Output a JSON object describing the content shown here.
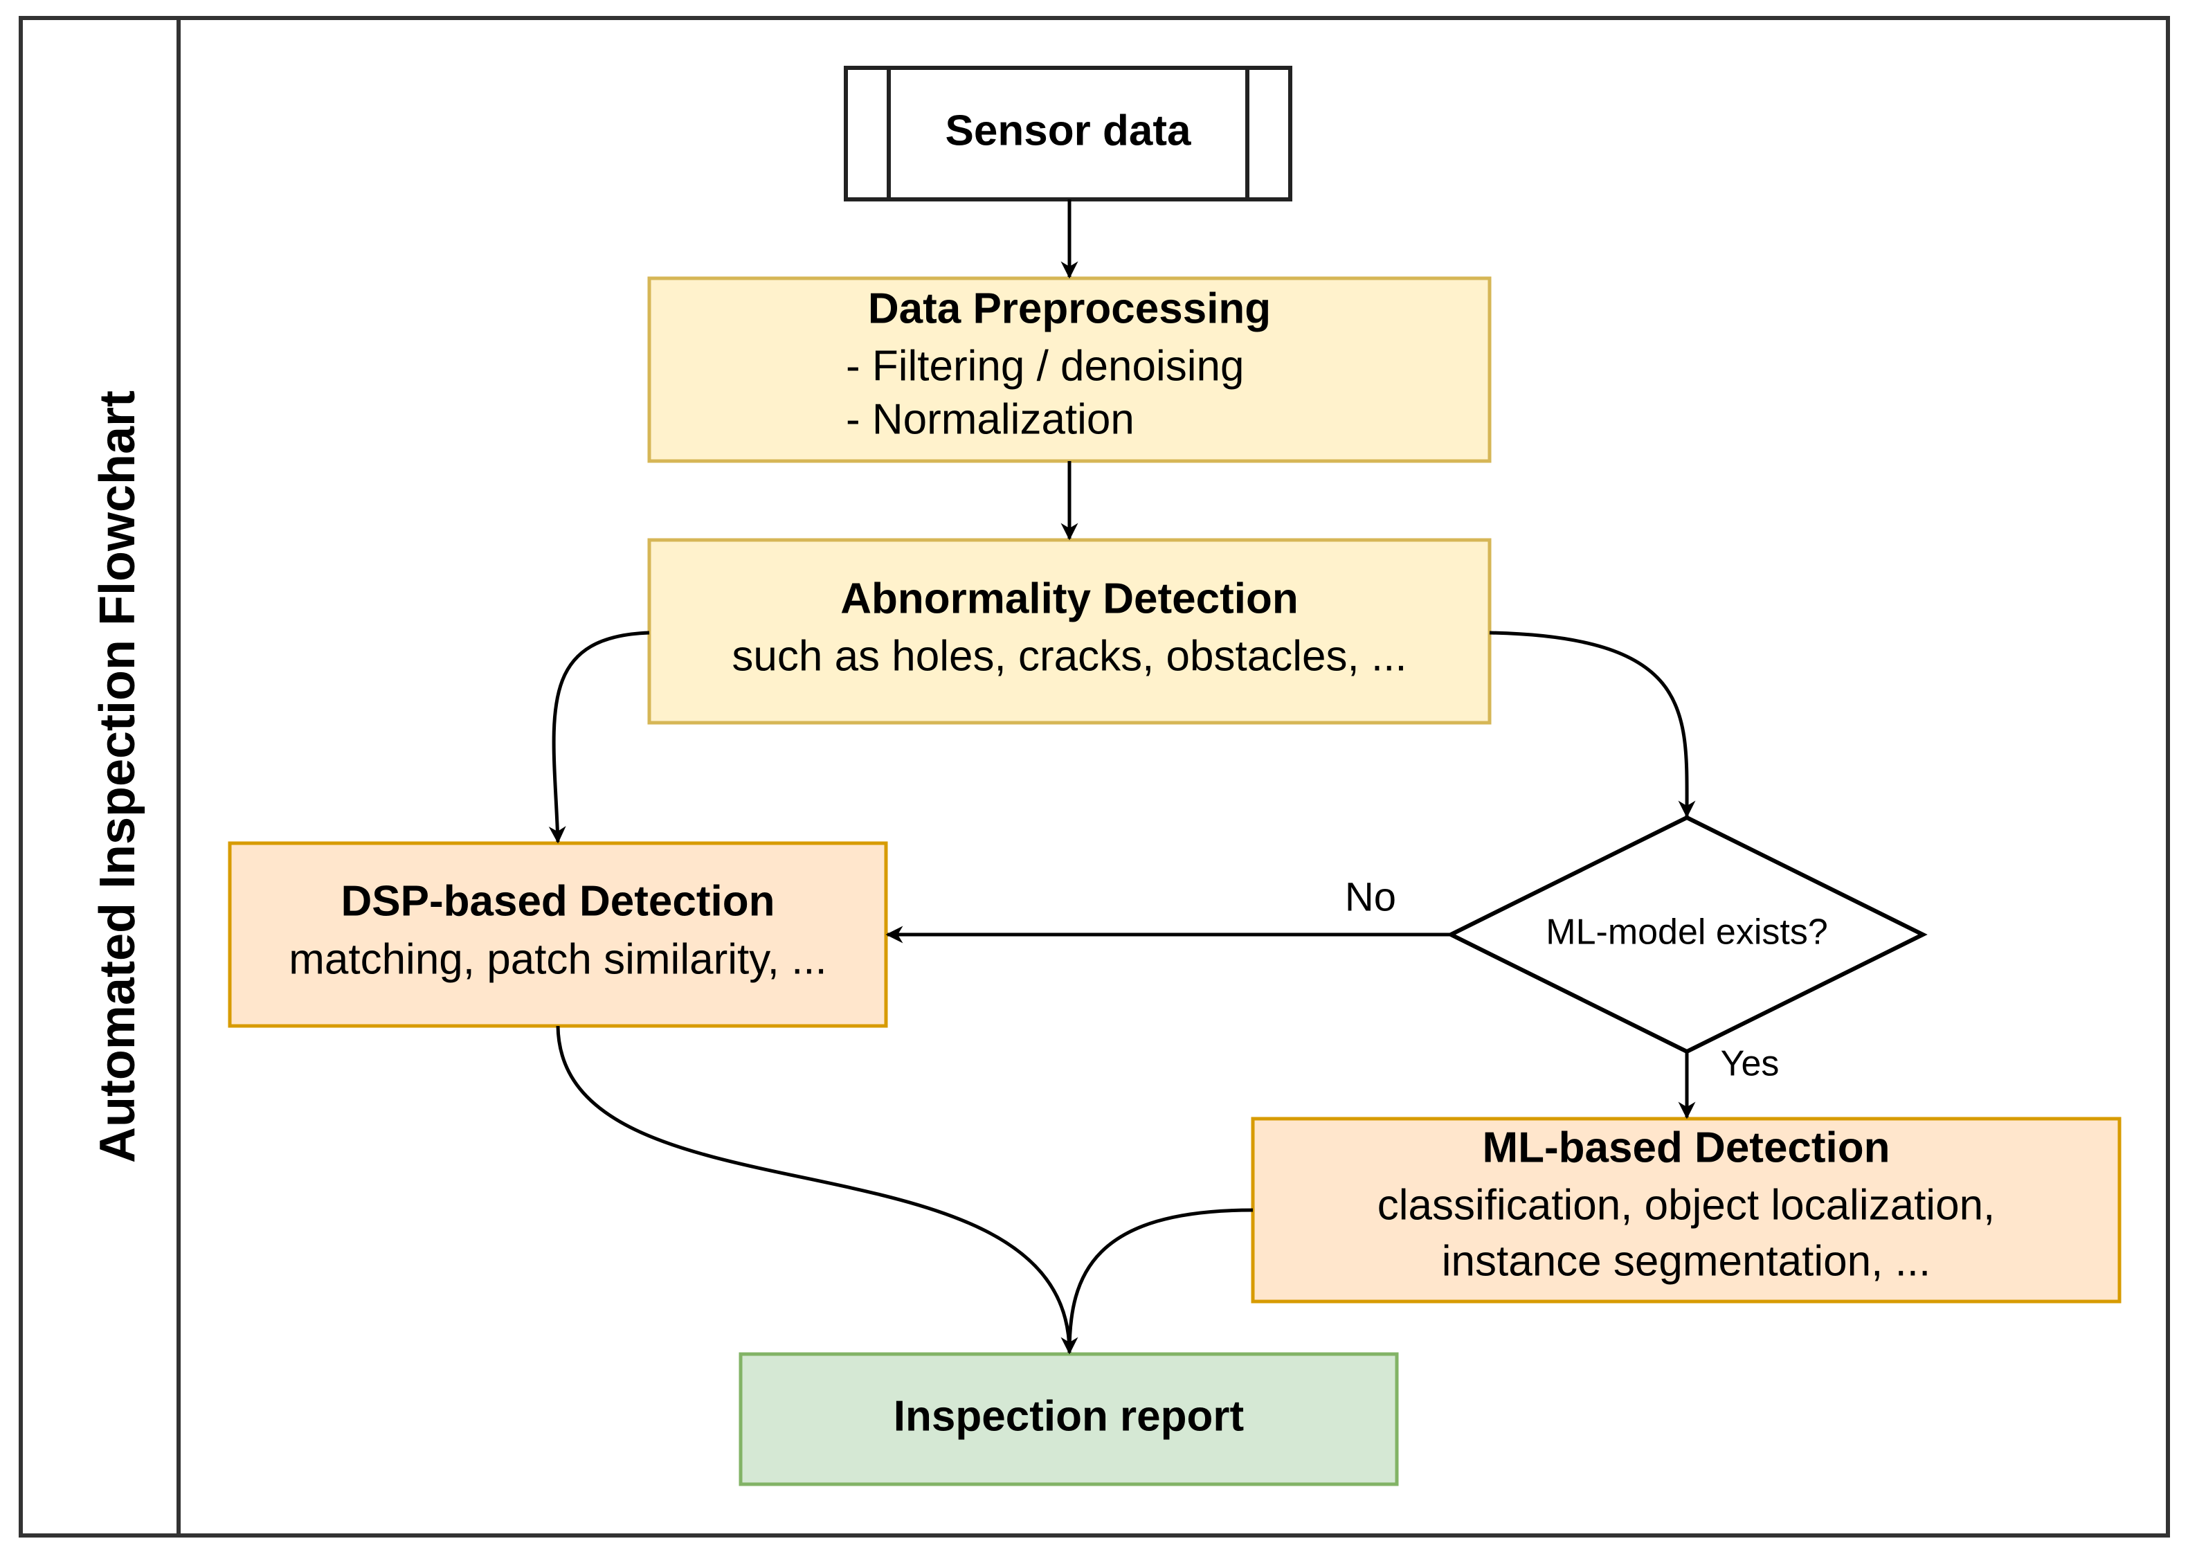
{
  "swimlane": {
    "title": "Automated Inspection Flowchart"
  },
  "nodes": {
    "sensor_data": {
      "title": "Sensor data"
    },
    "preprocessing": {
      "title": "Data Preprocessing",
      "line1": "- Filtering / denoising",
      "line2": "- Normalization"
    },
    "abnormality": {
      "title": "Abnormality Detection",
      "line1": "such as holes, cracks, obstacles, ..."
    },
    "decision": {
      "label": "ML-model exists?"
    },
    "dsp": {
      "title": "DSP-based  Detection",
      "line1": "matching, patch similarity, ..."
    },
    "ml": {
      "title": "ML-based  Detection",
      "line1": "classification, object localization,",
      "line2": "instance segmentation, ..."
    },
    "report": {
      "title": "Inspection report"
    }
  },
  "edges": {
    "no_label": "No",
    "yes_label": "Yes"
  },
  "colors": {
    "yellow_fill": "#fff2cc",
    "yellow_stroke": "#d6b656",
    "orange_fill": "#ffe6cc",
    "orange_stroke": "#d79b00",
    "green_fill": "#d5e8d4",
    "green_stroke": "#82b366",
    "line": "#000000"
  }
}
